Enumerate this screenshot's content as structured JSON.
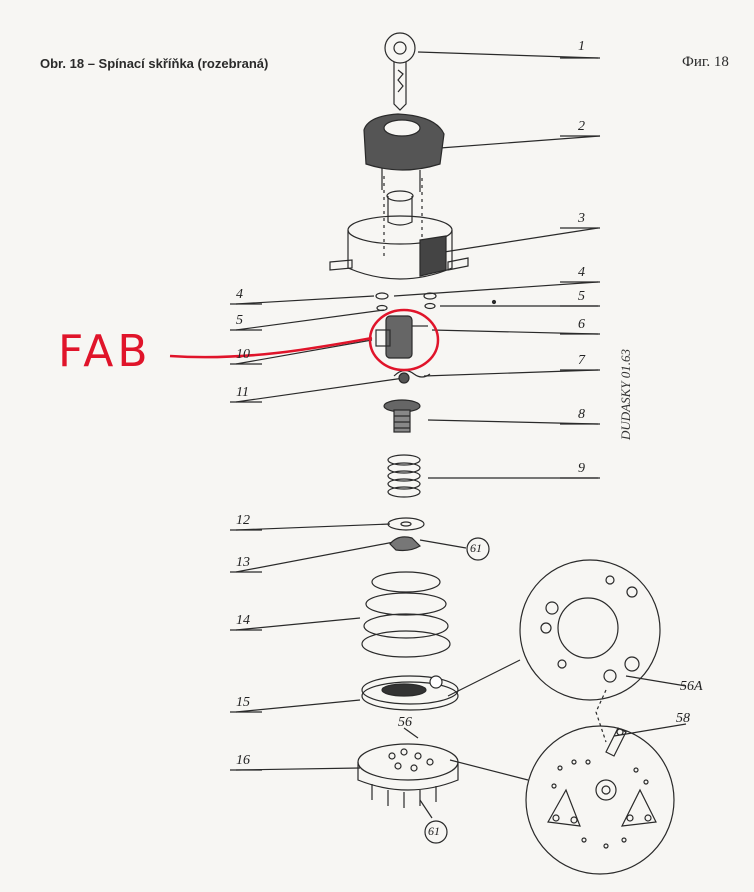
{
  "header": {
    "title_cz": "Obr. 18 – Spínací skříňka (rozebraná)",
    "title_ru": "Фиг. 18"
  },
  "annotation": {
    "text": "FAB",
    "color": "#e0142a"
  },
  "signature": "DUDASKY 01.63",
  "part_labels": [
    "1",
    "2",
    "3",
    "4",
    "5",
    "6",
    "7",
    "8",
    "9",
    "4",
    "5",
    "10",
    "11",
    "12",
    "13",
    "14",
    "15",
    "16"
  ],
  "detail_labels": [
    "56",
    "56A",
    "58"
  ],
  "circled_labels": [
    "61",
    "61"
  ],
  "colors": {
    "ink": "#2a2a2a",
    "paper": "#f7f6f3",
    "annotation": "#e0142a"
  }
}
